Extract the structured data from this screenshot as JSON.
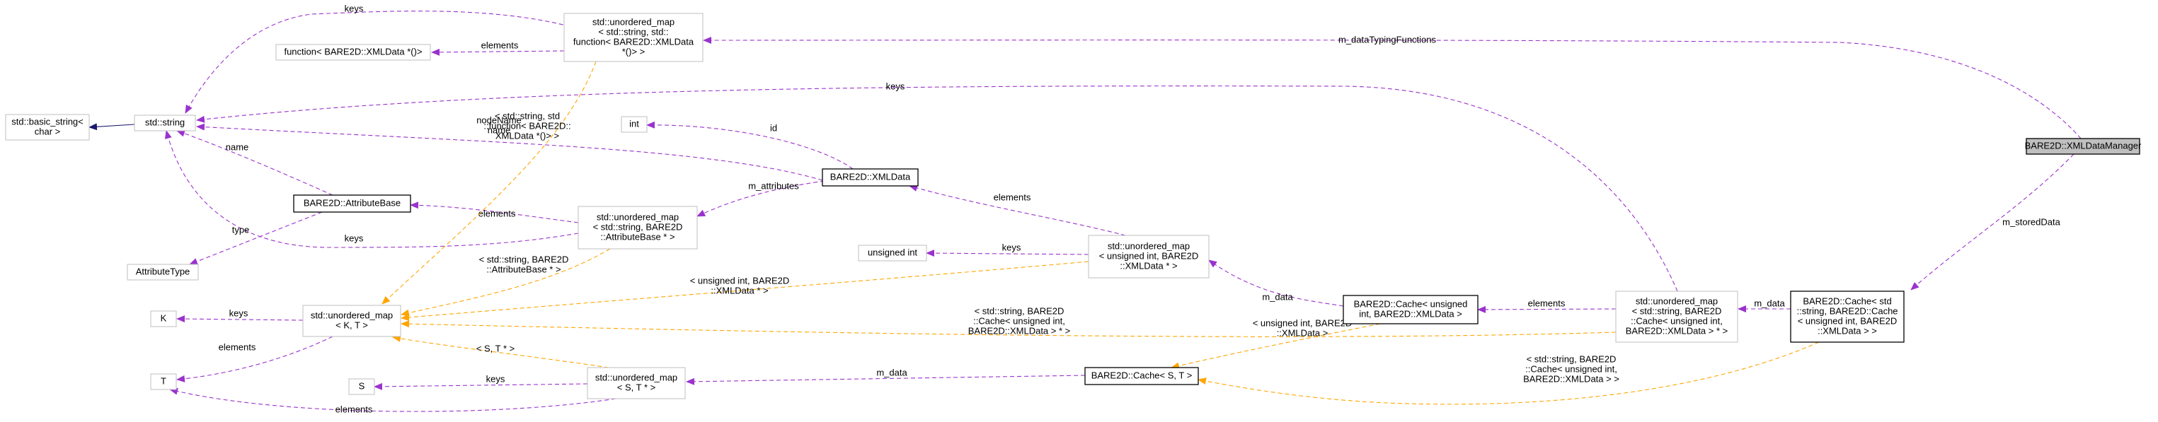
{
  "colors": {
    "usage": "#9a32cd",
    "template": "#ffa500",
    "inherit": "#191970",
    "node_border": "#bfbfbf",
    "focus_fill": "#bfbfbf"
  },
  "nodes": [
    {
      "id": "xmldatamanager",
      "style": "focus",
      "lines": [
        "BARE2D::XMLDataManager"
      ]
    },
    {
      "id": "cache_string",
      "style": "bold",
      "lines": [
        "BARE2D::Cache< std",
        "::string, BARE2D::Cache",
        "< unsigned int, BARE2D",
        "::XMLData > >"
      ]
    },
    {
      "id": "umap_string_cache",
      "style": "normal",
      "lines": [
        "std::unordered_map",
        "< std::string, BARE2D",
        "::Cache< unsigned int,",
        "BARE2D::XMLData > * >"
      ]
    },
    {
      "id": "cache_uint",
      "style": "bold",
      "lines": [
        "BARE2D::Cache< unsigned",
        "int, BARE2D::XMLData >"
      ]
    },
    {
      "id": "cache_st",
      "style": "bold",
      "lines": [
        "BARE2D::Cache< S, T >"
      ]
    },
    {
      "id": "umap_uint",
      "style": "normal",
      "lines": [
        "std::unordered_map",
        "< unsigned int, BARE2D",
        "::XMLData * >"
      ]
    },
    {
      "id": "uint",
      "style": "normal",
      "lines": [
        "unsigned int"
      ]
    },
    {
      "id": "xmldata",
      "style": "bold",
      "lines": [
        "BARE2D::XMLData"
      ]
    },
    {
      "id": "int",
      "style": "normal",
      "lines": [
        "int"
      ]
    },
    {
      "id": "umap_func",
      "style": "normal",
      "lines": [
        "std::unordered_map",
        "< std::string, std::",
        "function< BARE2D::XMLData",
        " *()> >"
      ]
    },
    {
      "id": "func",
      "style": "normal",
      "lines": [
        "function< BARE2D::XMLData *()>"
      ]
    },
    {
      "id": "umap_attr",
      "style": "normal",
      "lines": [
        "std::unordered_map",
        "< std::string, BARE2D",
        "::AttributeBase * >"
      ]
    },
    {
      "id": "umap_st",
      "style": "normal",
      "lines": [
        "std::unordered_map",
        "< S, T * >"
      ]
    },
    {
      "id": "umap_kt",
      "style": "normal",
      "lines": [
        "std::unordered_map",
        "< K, T >"
      ]
    },
    {
      "id": "attrbase",
      "style": "bold",
      "lines": [
        "BARE2D::AttributeBase"
      ]
    },
    {
      "id": "attrtype",
      "style": "normal",
      "lines": [
        "AttributeType"
      ]
    },
    {
      "id": "string",
      "style": "normal",
      "lines": [
        "std::string"
      ]
    },
    {
      "id": "basic_string",
      "style": "normal",
      "lines": [
        "std::basic_string<",
        "char >"
      ]
    },
    {
      "id": "K",
      "style": "normal",
      "lines": [
        "K"
      ]
    },
    {
      "id": "T",
      "style": "normal",
      "lines": [
        "T"
      ]
    },
    {
      "id": "S",
      "style": "normal",
      "lines": [
        "S"
      ]
    }
  ],
  "edges": [
    {
      "id": "e_stored",
      "kind": "usage",
      "label": [
        "m_storedData"
      ]
    },
    {
      "id": "e_typing",
      "kind": "usage",
      "label": [
        "m_dataTypingFunctions"
      ]
    },
    {
      "id": "e_keys_top",
      "kind": "usage",
      "label": [
        "keys"
      ]
    },
    {
      "id": "e_func_elements",
      "kind": "usage",
      "label": [
        "elements"
      ]
    },
    {
      "id": "e_keys_long",
      "kind": "usage",
      "label": [
        "keys"
      ]
    },
    {
      "id": "e_nodename",
      "kind": "usage",
      "label": [
        "nodeName",
        "name"
      ]
    },
    {
      "id": "e_attr_name",
      "kind": "usage",
      "label": [
        "name"
      ]
    },
    {
      "id": "e_attr_keys",
      "kind": "usage",
      "label": [
        "keys"
      ]
    },
    {
      "id": "e_inherit",
      "kind": "inherit",
      "label": []
    },
    {
      "id": "e_type",
      "kind": "usage",
      "label": [
        "type"
      ]
    },
    {
      "id": "e_id",
      "kind": "usage",
      "label": [
        "id"
      ]
    },
    {
      "id": "e_m_attributes",
      "kind": "usage",
      "label": [
        "m_attributes"
      ]
    },
    {
      "id": "e_attr_elements",
      "kind": "usage",
      "label": [
        "elements"
      ]
    },
    {
      "id": "e_xml_elements",
      "kind": "usage",
      "label": [
        "elements"
      ]
    },
    {
      "id": "e_uint_keys",
      "kind": "usage",
      "label": [
        "keys"
      ]
    },
    {
      "id": "e_cu_mdata",
      "kind": "usage",
      "label": [
        "m_data"
      ]
    },
    {
      "id": "e_cs_elements",
      "kind": "usage",
      "label": [
        "elements"
      ]
    },
    {
      "id": "e_cache_mdata",
      "kind": "usage",
      "label": [
        "m_data"
      ]
    },
    {
      "id": "e_cst_mdata",
      "kind": "usage",
      "label": [
        "m_data"
      ]
    },
    {
      "id": "e_kt_keys",
      "kind": "usage",
      "label": [
        "keys"
      ]
    },
    {
      "id": "e_kt_elements",
      "kind": "usage",
      "label": [
        "elements"
      ]
    },
    {
      "id": "e_st_keys",
      "kind": "usage",
      "label": [
        "keys"
      ]
    },
    {
      "id": "e_st_elements",
      "kind": "usage",
      "label": [
        "elements"
      ]
    },
    {
      "id": "t_func",
      "kind": "template",
      "label": [
        "< std::string, std",
        "::function< BARE2D::",
        "XMLData *()> >"
      ]
    },
    {
      "id": "t_attr",
      "kind": "template",
      "label": [
        "< std::string, BARE2D",
        "::AttributeBase * >"
      ]
    },
    {
      "id": "t_uint",
      "kind": "template",
      "label": [
        "< unsigned int, BARE2D",
        "::XMLData * >"
      ]
    },
    {
      "id": "t_string_cache",
      "kind": "template",
      "label": [
        "< std::string, BARE2D",
        "::Cache< unsigned int,",
        "BARE2D::XMLData > * >"
      ]
    },
    {
      "id": "t_st",
      "kind": "template",
      "label": [
        "< S, T * >"
      ]
    },
    {
      "id": "t_cache_uint",
      "kind": "template",
      "label": [
        "< unsigned int, BARE2D",
        "::XMLData >"
      ]
    },
    {
      "id": "t_cache_string",
      "kind": "template",
      "label": [
        "< std::string, BARE2D",
        "::Cache< unsigned int,",
        "BARE2D::XMLData > >"
      ]
    }
  ]
}
